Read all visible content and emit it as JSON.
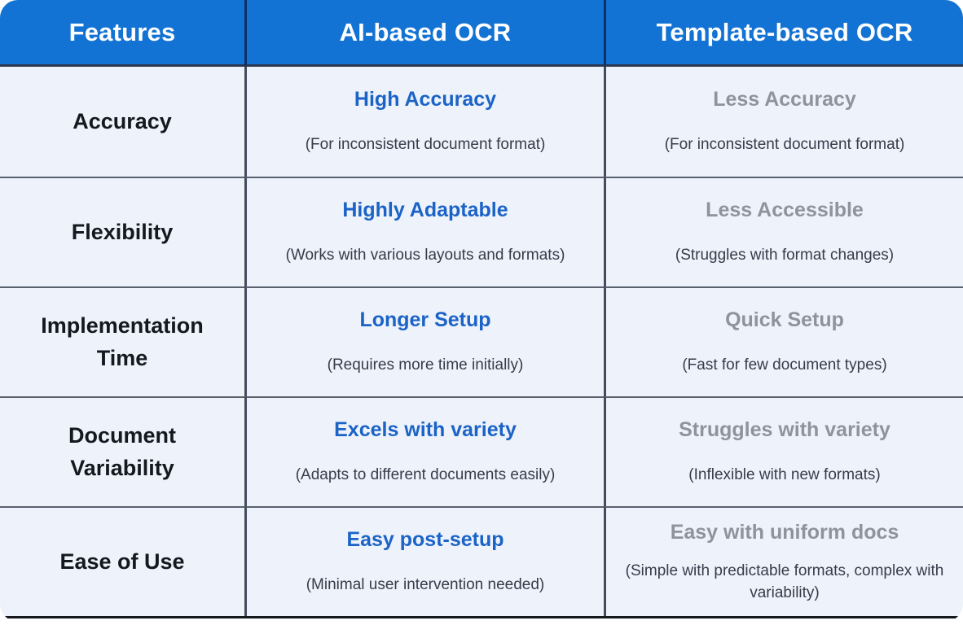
{
  "colors": {
    "header_bg": "#1373d4",
    "header_text": "#ffffff",
    "row_bg": "#edf2fb",
    "feature_text": "#15181e",
    "ai_title_text": "#1b63c6",
    "template_title_text": "#8e939c",
    "subtitle_text": "#363d49",
    "grid_line": "#434c5c",
    "header_divider": "#0e2f63",
    "bottom_border": "#15181c"
  },
  "table": {
    "columns": [
      "Features",
      "AI-based OCR",
      "Template-based OCR"
    ],
    "rows": [
      {
        "feature": "Accuracy",
        "ai_title": "High Accuracy",
        "ai_subtitle": "(For inconsistent document format)",
        "template_title": "Less Accuracy",
        "template_subtitle": "(For inconsistent document format)"
      },
      {
        "feature": "Flexibility",
        "ai_title": "Highly Adaptable",
        "ai_subtitle": "(Works with various layouts and formats)",
        "template_title": "Less Accessible",
        "template_subtitle": "(Struggles with format changes)"
      },
      {
        "feature": "Implementation Time",
        "ai_title": "Longer Setup",
        "ai_subtitle": "(Requires more time initially)",
        "template_title": "Quick Setup",
        "template_subtitle": "(Fast for few document types)"
      },
      {
        "feature": "Document Variability",
        "ai_title": "Excels with variety",
        "ai_subtitle": "(Adapts to different documents easily)",
        "template_title": "Struggles with variety",
        "template_subtitle": "(Inflexible with new formats)"
      },
      {
        "feature": "Ease of Use",
        "ai_title": "Easy post-setup",
        "ai_subtitle": "(Minimal user intervention needed)",
        "template_title": "Easy with uniform docs",
        "template_subtitle": "(Simple with predictable formats, complex with variability)"
      }
    ]
  },
  "chart_data": {
    "type": "table",
    "title": "AI-based OCR vs Template-based OCR feature comparison",
    "columns": [
      "Features",
      "AI-based OCR",
      "Template-based OCR"
    ],
    "rows": [
      [
        "Accuracy",
        "High Accuracy (For inconsistent document format)",
        "Less Accuracy (For inconsistent document format)"
      ],
      [
        "Flexibility",
        "Highly Adaptable (Works with various layouts and formats)",
        "Less Accessible (Struggles with format changes)"
      ],
      [
        "Implementation Time",
        "Longer Setup (Requires more time initially)",
        "Quick Setup (Fast for few document types)"
      ],
      [
        "Document Variability",
        "Excels with variety (Adapts to different documents easily)",
        "Struggles with variety (Inflexible with new formats)"
      ],
      [
        "Ease of Use",
        "Easy post-setup (Minimal user intervention needed)",
        "Easy with uniform docs (Simple with predictable formats, complex with variability)"
      ]
    ]
  }
}
